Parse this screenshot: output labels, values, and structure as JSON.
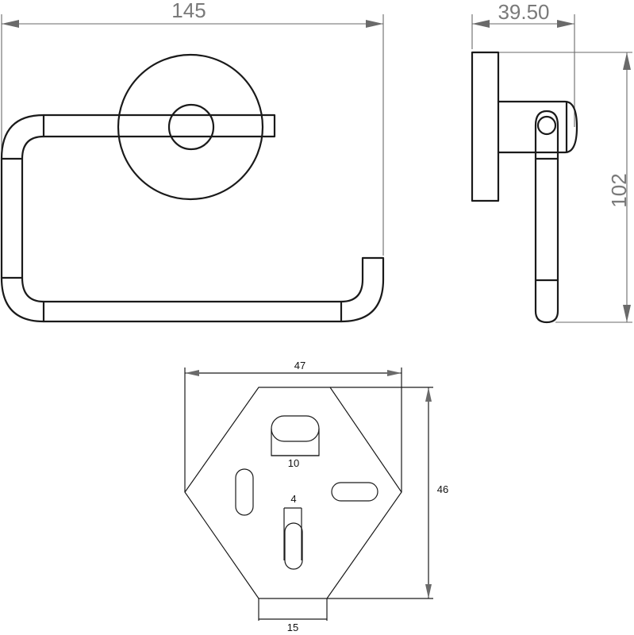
{
  "front_view": {
    "width_label": "145"
  },
  "side_view": {
    "depth_label": "39.50",
    "height_label": "102"
  },
  "mount_plate": {
    "width_label": "47",
    "height_label": "46",
    "top_slot_label": "10",
    "center_slot_label": "4",
    "bottom_edge_label": "15"
  }
}
